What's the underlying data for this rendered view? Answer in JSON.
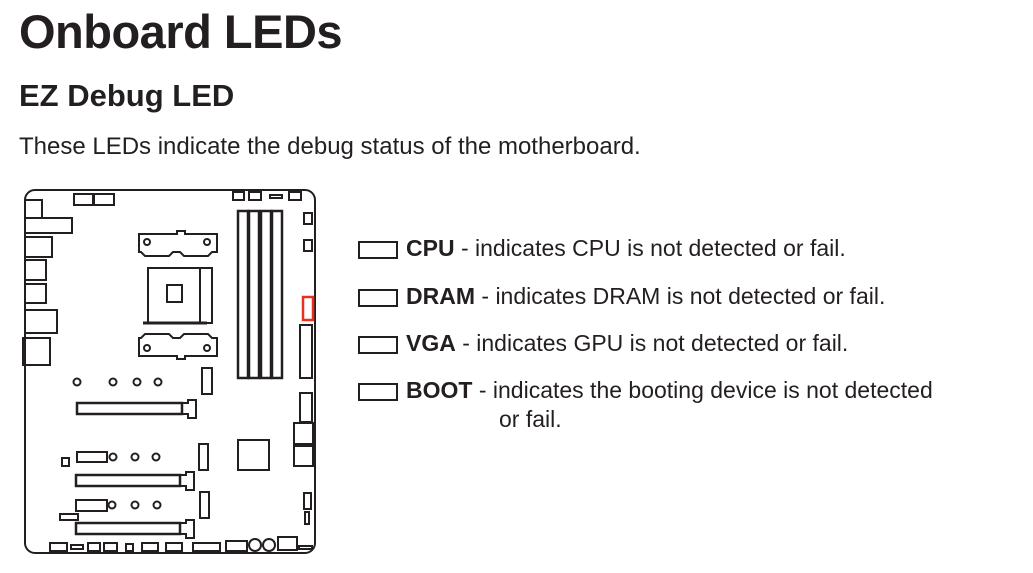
{
  "title": "Onboard LEDs",
  "subtitle": "EZ Debug LED",
  "description": "These LEDs indicate the debug status of the motherboard.",
  "highlight_color": "#e8321e",
  "leds": [
    {
      "name": "CPU",
      "text": " - indicates CPU is not detected or fail."
    },
    {
      "name": "DRAM",
      "text": " - indicates DRAM is not detected or fail."
    },
    {
      "name": "VGA",
      "text": " - indicates GPU is not detected or fail."
    },
    {
      "name": "BOOT",
      "text": " - indicates the booting device is not detected",
      "continuation": "or fail."
    }
  ]
}
